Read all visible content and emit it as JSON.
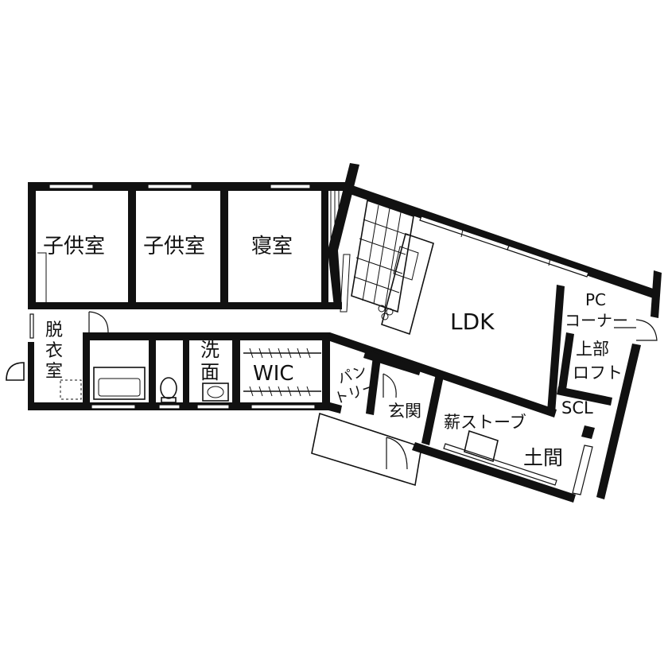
{
  "floor_plan": {
    "rooms": {
      "kids_room_1": "子供室",
      "kids_room_2": "子供室",
      "bedroom": "寝室",
      "dressing_room_line1": "脱",
      "dressing_room_line2": "衣",
      "dressing_room_line3": "室",
      "washroom_line1": "洗",
      "washroom_line2": "面",
      "wic": "WIC",
      "pantry_line1": "パン",
      "pantry_line2": "トリー",
      "entrance": "玄関",
      "wood_stove": "薪ストーブ",
      "doma": "土間",
      "ldk": "LDK",
      "pc_corner_line1": "PC",
      "pc_corner_line2": "コーナー",
      "loft_line1": "上部",
      "loft_line2": "ロフト",
      "scl": "SCL"
    },
    "colors": {
      "wall": "#111111",
      "background": "#ffffff"
    }
  }
}
